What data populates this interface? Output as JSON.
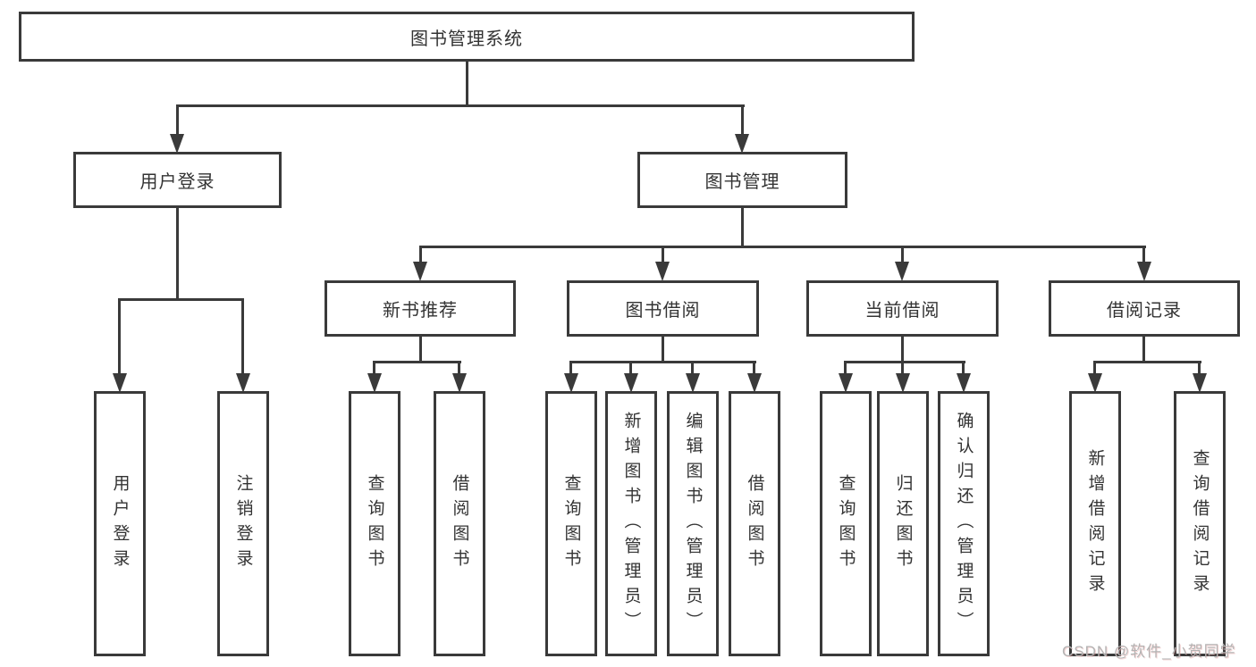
{
  "colors": {
    "line": "#3a3a3a",
    "text": "#333333",
    "watermark": "#b4b4b4",
    "background": "#ffffff"
  },
  "root": {
    "label": "图书管理系统"
  },
  "level2": [
    {
      "label": "用户登录"
    },
    {
      "label": "图书管理"
    }
  ],
  "level3": [
    {
      "label": "新书推荐",
      "parent": "图书管理"
    },
    {
      "label": "图书借阅",
      "parent": "图书管理"
    },
    {
      "label": "当前借阅",
      "parent": "图书管理"
    },
    {
      "label": "借阅记录",
      "parent": "图书管理"
    }
  ],
  "leaves": [
    {
      "label": "用户登录",
      "parent": "用户登录"
    },
    {
      "label": "注销登录",
      "parent": "用户登录"
    },
    {
      "label": "查询图书",
      "parent": "新书推荐"
    },
    {
      "label": "借阅图书",
      "parent": "新书推荐"
    },
    {
      "label": "查询图书",
      "parent": "图书借阅"
    },
    {
      "label": "新增图书（管理员）",
      "parent": "图书借阅"
    },
    {
      "label": "编辑图书（管理员）",
      "parent": "图书借阅"
    },
    {
      "label": "借阅图书",
      "parent": "图书借阅"
    },
    {
      "label": "查询图书",
      "parent": "当前借阅"
    },
    {
      "label": "归还图书",
      "parent": "当前借阅"
    },
    {
      "label": "确认归还（管理员）",
      "parent": "当前借阅"
    },
    {
      "label": "新增借阅记录",
      "parent": "借阅记录"
    },
    {
      "label": "查询借阅记录",
      "parent": "借阅记录"
    }
  ],
  "watermark": "CSDN @软件_小贺同学"
}
